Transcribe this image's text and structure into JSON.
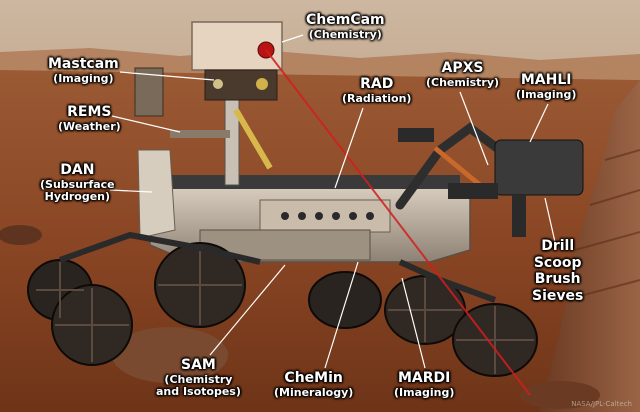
{
  "colors": {
    "sky_top": "#c9b29a",
    "sky_bottom": "#a8825e",
    "ground": "#8a4a28",
    "laser": "#d21e1e",
    "label_text": "#ffffff",
    "leader_line": "#ffffff"
  },
  "labels": {
    "chemcam": {
      "name": "ChemCam",
      "sub": "(Chemistry)"
    },
    "mastcam": {
      "name": "Mastcam",
      "sub": "(Imaging)"
    },
    "rad": {
      "name": "RAD",
      "sub": "(Radiation)"
    },
    "apxs": {
      "name": "APXS",
      "sub": "(Chemistry)"
    },
    "mahli": {
      "name": "MAHLI",
      "sub": "(Imaging)"
    },
    "rems": {
      "name": "REMS",
      "sub": "(Weather)"
    },
    "dan": {
      "name": "DAN",
      "sub_1": "(Subsurface",
      "sub_2": "Hydrogen)"
    },
    "tools": {
      "line_1": "Drill",
      "line_2": "Scoop",
      "line_3": "Brush",
      "line_4": "Sieves"
    },
    "sam": {
      "name": "SAM",
      "sub_1": "(Chemistry",
      "sub_2": "and Isotopes)"
    },
    "chemin": {
      "name": "CheMin",
      "sub": "(Mineralogy)"
    },
    "mardi": {
      "name": "MARDI",
      "sub": "(Imaging)"
    }
  },
  "credit": "NASA/JPL-Caltech"
}
